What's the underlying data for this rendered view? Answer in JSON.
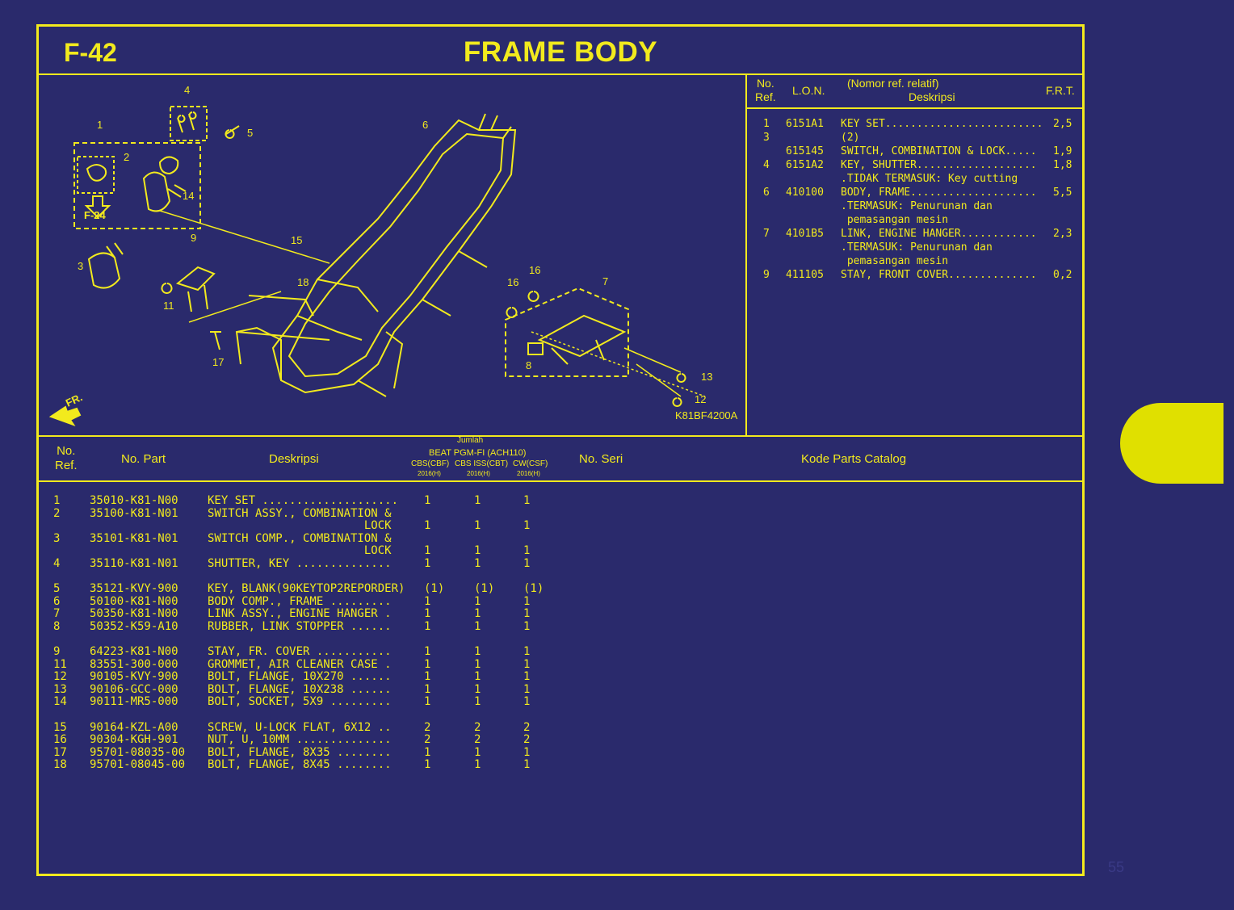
{
  "header": {
    "code": "F-42",
    "title": "FRAME BODY"
  },
  "diagram": {
    "callouts": [
      "1",
      "2",
      "3",
      "4",
      "5",
      "6",
      "7",
      "8",
      "9",
      "11",
      "12",
      "13",
      "14",
      "15",
      "16",
      "16",
      "17",
      "18"
    ],
    "ref_box": "F-24",
    "direction": "FR.",
    "code": "K81BF4200A"
  },
  "lon_table": {
    "headers": {
      "ref": "No.\nRef.",
      "lon": "L.O.N.",
      "desc_top": "(Nomor ref. relatif)",
      "desc": "Deskripsi",
      "frt": "F.R.T."
    },
    "rows": [
      {
        "ref": "1",
        "lon": "6151A1",
        "desc": "KEY SET.........................",
        "frt": "2,5"
      },
      {
        "ref": "3",
        "lon": "",
        "desc": "(2)",
        "frt": ""
      },
      {
        "ref": "",
        "lon": "615145",
        "desc": "SWITCH, COMBINATION & LOCK.....",
        "frt": "1,9"
      },
      {
        "ref": "4",
        "lon": "6151A2",
        "desc": "KEY, SHUTTER...................",
        "frt": "1,8"
      },
      {
        "ref": "",
        "lon": "",
        "desc": ".TIDAK TERMASUK: Key cutting",
        "frt": ""
      },
      {
        "ref": "6",
        "lon": "410100",
        "desc": "BODY, FRAME....................",
        "frt": "5,5"
      },
      {
        "ref": "",
        "lon": "",
        "desc": ".TERMASUK: Penurunan dan",
        "frt": ""
      },
      {
        "ref": "",
        "lon": "",
        "desc": " pemasangan mesin",
        "frt": ""
      },
      {
        "ref": "7",
        "lon": "4101B5",
        "desc": "LINK, ENGINE HANGER............",
        "frt": "2,3"
      },
      {
        "ref": "",
        "lon": "",
        "desc": ".TERMASUK: Penurunan dan",
        "frt": ""
      },
      {
        "ref": "",
        "lon": "",
        "desc": " pemasangan mesin",
        "frt": ""
      },
      {
        "ref": "9",
        "lon": "411105",
        "desc": "STAY, FRONT COVER..............",
        "frt": "0,2"
      }
    ]
  },
  "parts_table": {
    "headers": {
      "ref": "No.\nRef.",
      "part": "No. Part",
      "desc": "Deskripsi",
      "jumlah": "Jumlah",
      "model": "BEAT PGM-FI (ACH110)",
      "col1": "CBS(CBF)",
      "col2": "CBS ISS(CBT)",
      "col3": "CW(CSF)",
      "year1": "2016(H)",
      "year2": "2016(H)",
      "year3": "2016(H)",
      "serial": "No. Seri",
      "catalog": "Kode Parts Catalog"
    },
    "rows": [
      {
        "ref": "1",
        "part": "35010-K81-N00",
        "desc": "KEY SET ....................",
        "q1": "1",
        "q2": "1",
        "q3": "1"
      },
      {
        "ref": "2",
        "part": "35100-K81-N01",
        "desc": "SWITCH ASSY., COMBINATION &",
        "q1": "",
        "q2": "",
        "q3": ""
      },
      {
        "ref": "",
        "part": "",
        "desc": "                       LOCK",
        "q1": "1",
        "q2": "1",
        "q3": "1"
      },
      {
        "ref": "3",
        "part": "35101-K81-N01",
        "desc": "SWITCH COMP., COMBINATION &",
        "q1": "",
        "q2": "",
        "q3": ""
      },
      {
        "ref": "",
        "part": "",
        "desc": "                       LOCK",
        "q1": "1",
        "q2": "1",
        "q3": "1"
      },
      {
        "ref": "4",
        "part": "35110-K81-N01",
        "desc": "SHUTTER, KEY ..............",
        "q1": "1",
        "q2": "1",
        "q3": "1"
      },
      {
        "ref": "5",
        "part": "35121-KVY-900",
        "desc": "KEY, BLANK(90KEYTOP2REPORDER)",
        "q1": "(1)",
        "q2": "(1)",
        "q3": "(1)"
      },
      {
        "ref": "6",
        "part": "50100-K81-N00",
        "desc": "BODY COMP., FRAME .........",
        "q1": "1",
        "q2": "1",
        "q3": "1"
      },
      {
        "ref": "7",
        "part": "50350-K81-N00",
        "desc": "LINK ASSY., ENGINE HANGER .",
        "q1": "1",
        "q2": "1",
        "q3": "1"
      },
      {
        "ref": "8",
        "part": "50352-K59-A10",
        "desc": "RUBBER, LINK STOPPER ......",
        "q1": "1",
        "q2": "1",
        "q3": "1"
      },
      {
        "ref": "9",
        "part": "64223-K81-N00",
        "desc": "STAY, FR. COVER ...........",
        "q1": "1",
        "q2": "1",
        "q3": "1"
      },
      {
        "ref": "11",
        "part": "83551-300-000",
        "desc": "GROMMET, AIR CLEANER CASE .",
        "q1": "1",
        "q2": "1",
        "q3": "1"
      },
      {
        "ref": "12",
        "part": "90105-KVY-900",
        "desc": "BOLT, FLANGE, 10X270 ......",
        "q1": "1",
        "q2": "1",
        "q3": "1"
      },
      {
        "ref": "13",
        "part": "90106-GCC-000",
        "desc": "BOLT, FLANGE, 10X238 ......",
        "q1": "1",
        "q2": "1",
        "q3": "1"
      },
      {
        "ref": "14",
        "part": "90111-MR5-000",
        "desc": "BOLT, SOCKET, 5X9 .........",
        "q1": "1",
        "q2": "1",
        "q3": "1"
      },
      {
        "ref": "15",
        "part": "90164-KZL-A00",
        "desc": "SCREW, U-LOCK FLAT, 6X12 ..",
        "q1": "2",
        "q2": "2",
        "q3": "2"
      },
      {
        "ref": "16",
        "part": "90304-KGH-901",
        "desc": "NUT, U, 10MM ..............",
        "q1": "2",
        "q2": "2",
        "q3": "2"
      },
      {
        "ref": "17",
        "part": "95701-08035-00",
        "desc": "BOLT, FLANGE, 8X35 ........",
        "q1": "1",
        "q2": "1",
        "q3": "1"
      },
      {
        "ref": "18",
        "part": "95701-08045-00",
        "desc": "BOLT, FLANGE, 8X45 ........",
        "q1": "1",
        "q2": "1",
        "q3": "1"
      }
    ]
  },
  "page_number": "55",
  "colors": {
    "background": "#2a2a6c",
    "ink": "#f2ea1d",
    "tab": "#e0e000"
  }
}
